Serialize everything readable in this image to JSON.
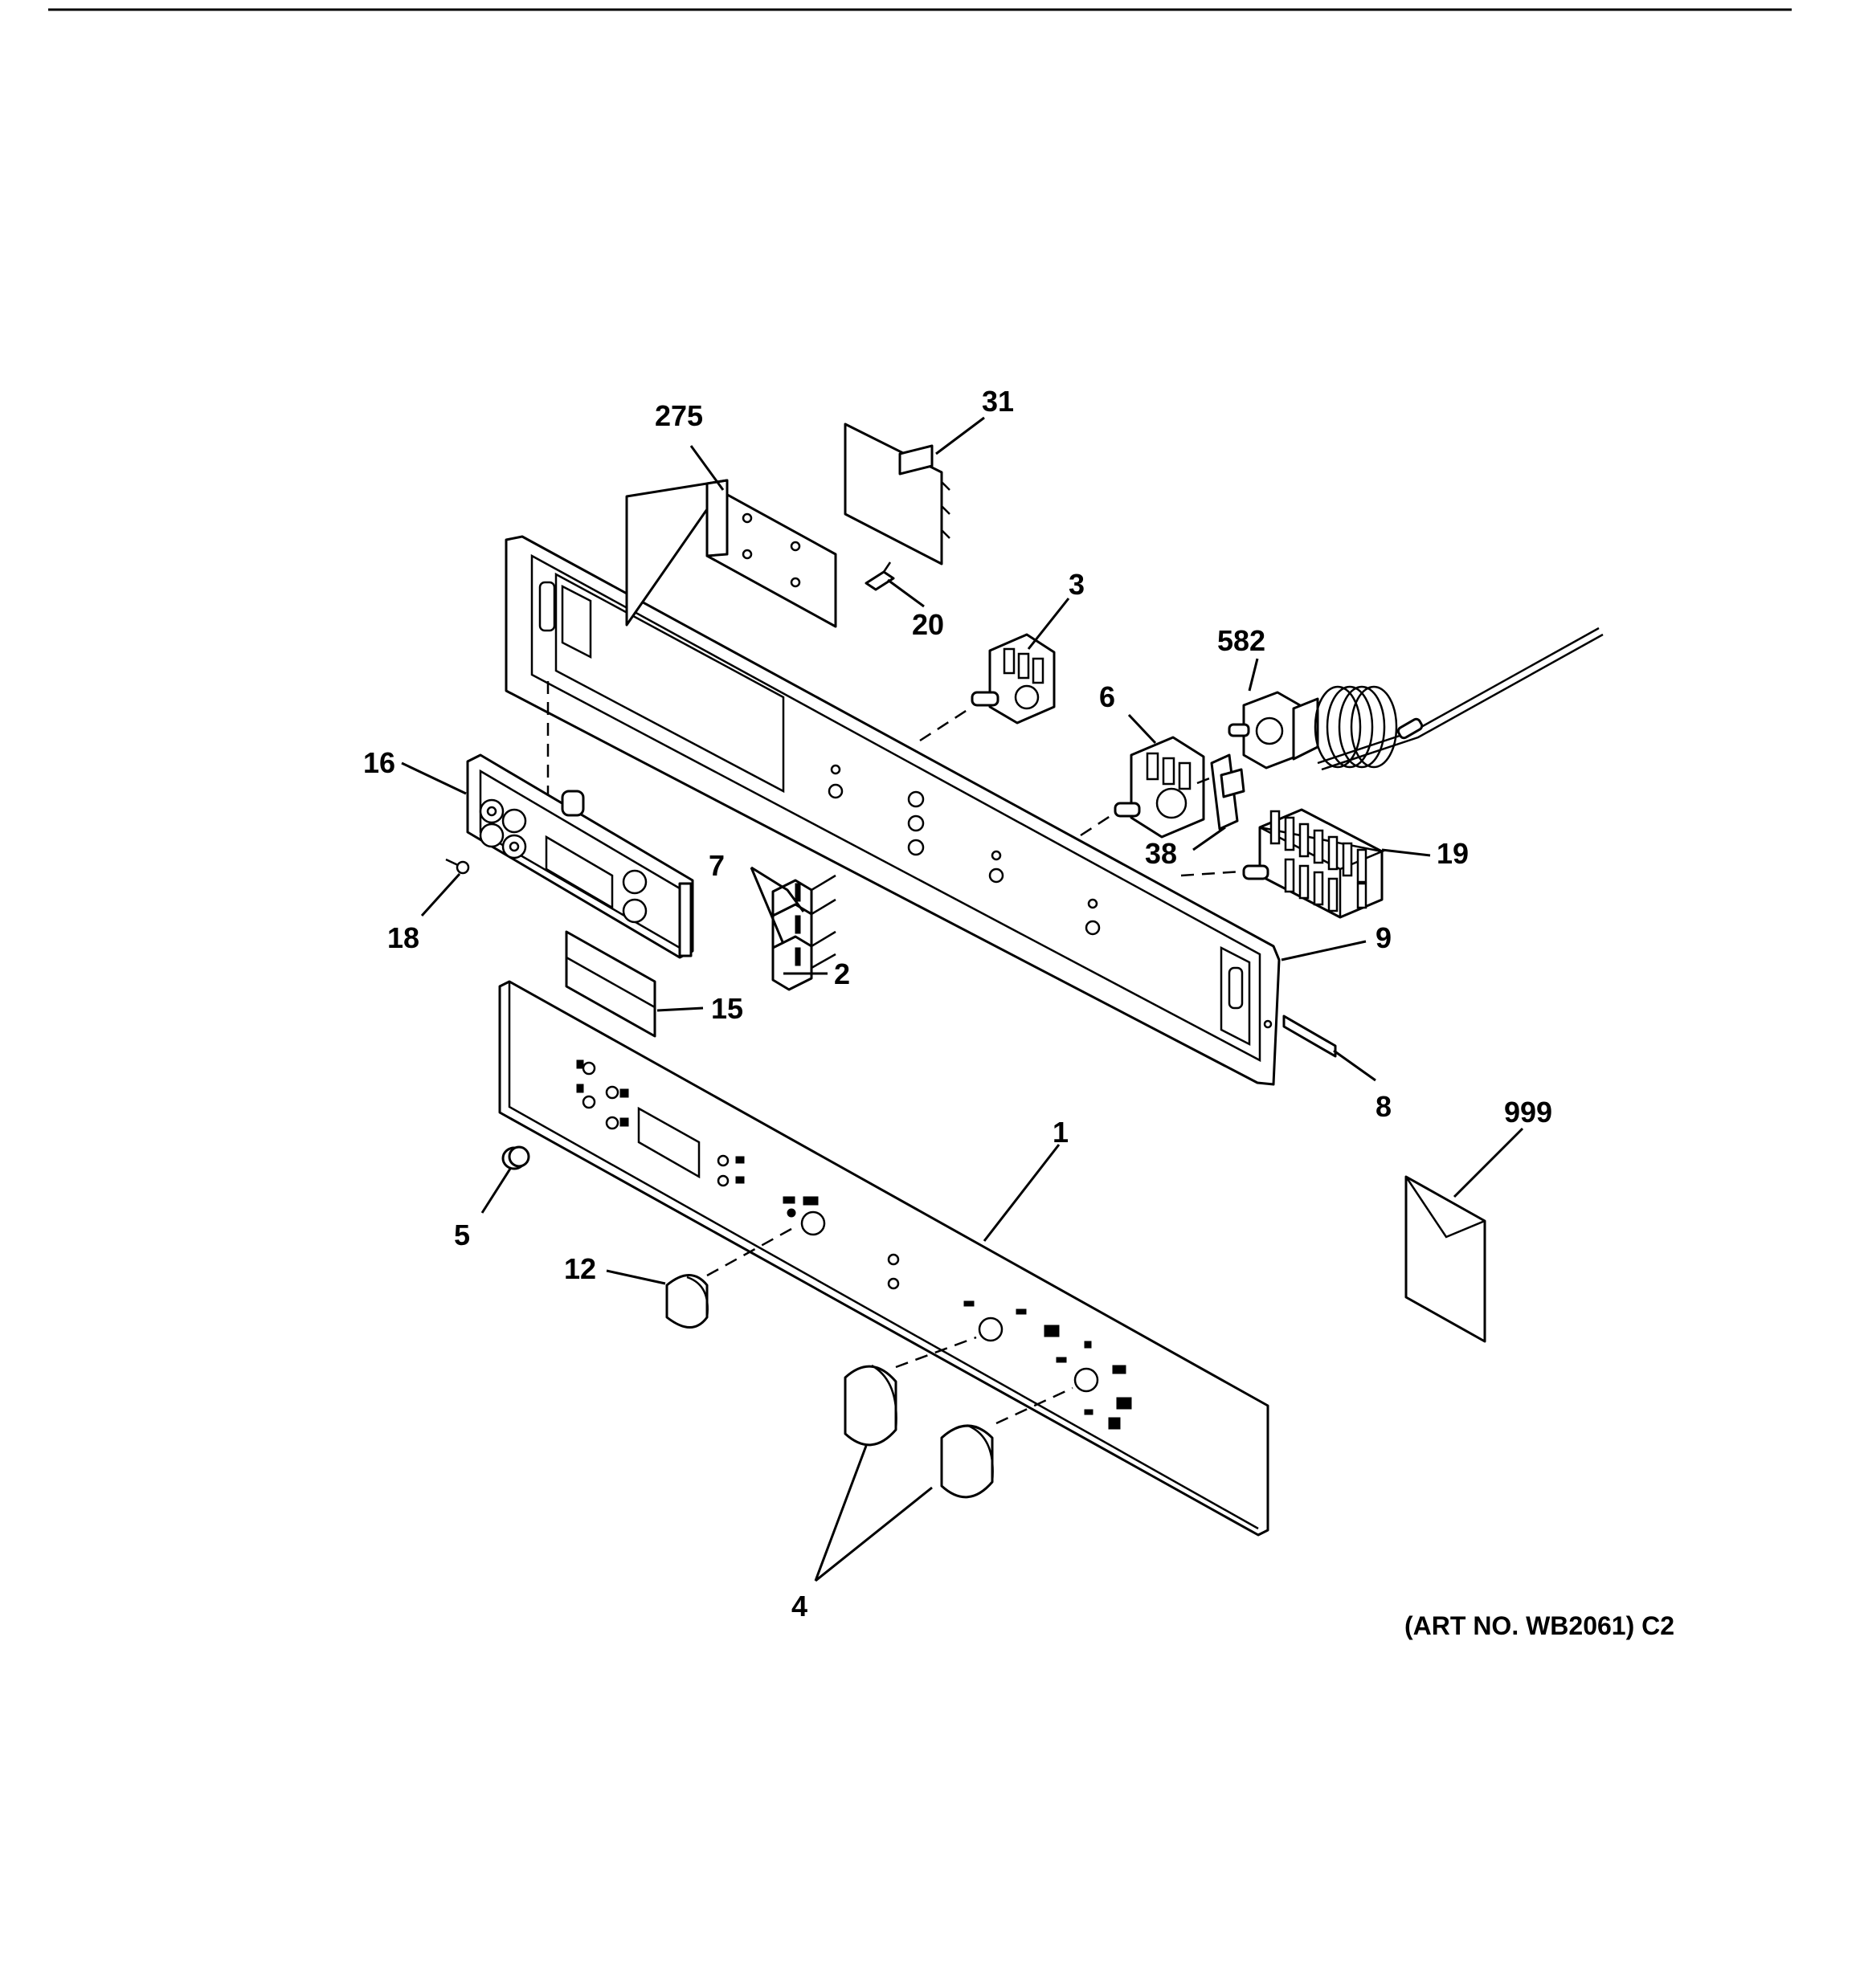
{
  "callouts": {
    "c1": "1",
    "c2": "2",
    "c3": "3",
    "c4": "4",
    "c5": "5",
    "c6": "6",
    "c7": "7",
    "c8": "8",
    "c9": "9",
    "c12": "12",
    "c15": "15",
    "c16": "16",
    "c18": "18",
    "c19": "19",
    "c20": "20",
    "c31": "31",
    "c38": "38",
    "c275": "275",
    "c582": "582",
    "c999": "999"
  },
  "art_number": "(ART NO. WB2061) C2"
}
